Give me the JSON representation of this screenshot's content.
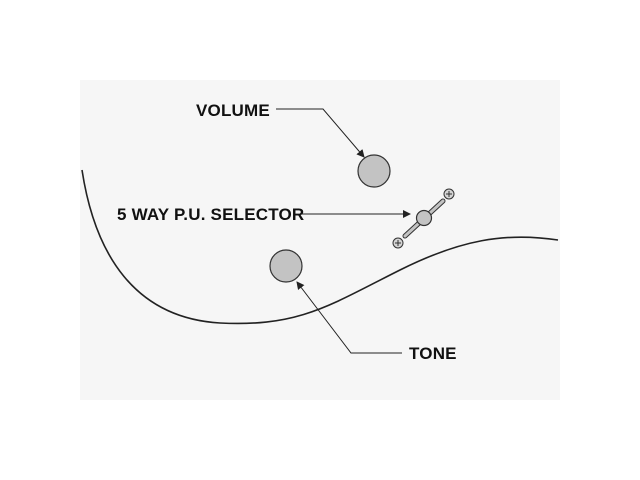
{
  "labels": {
    "volume": "VOLUME",
    "selector": "5 WAY P.U. SELECTOR",
    "tone": "TONE"
  },
  "icons": {
    "knob": "knob-icon",
    "switch": "toggle-switch-icon",
    "screw": "screw-icon"
  },
  "colors": {
    "knob_fill": "#c3c3c3",
    "outline": "#222222",
    "background": "#f6f6f6"
  }
}
